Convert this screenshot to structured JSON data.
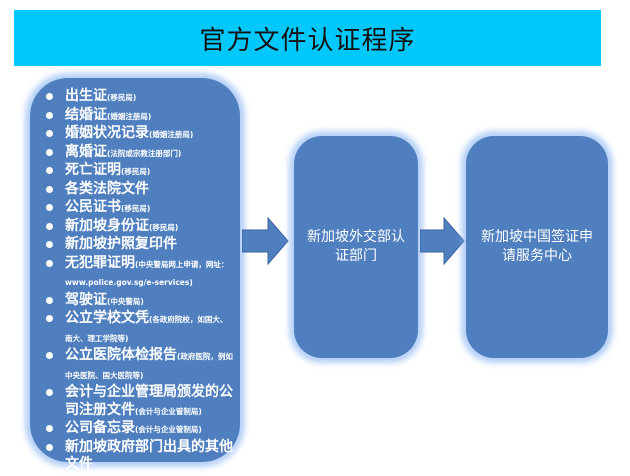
{
  "title": "官方文件认证程序",
  "documents": [
    {
      "name": "出生证",
      "note": "(移民局)"
    },
    {
      "name": "结婚证",
      "note": "(婚姻注册局)"
    },
    {
      "name": "婚姻状况记录",
      "note": "(婚姻注册局)"
    },
    {
      "name": "离婚证",
      "note": "(法院或宗教注册部门)"
    },
    {
      "name": "死亡证明",
      "note": "(移民局)"
    },
    {
      "name": "各类法院文件",
      "note": ""
    },
    {
      "name": "公民证书",
      "note": "(移民局)"
    },
    {
      "name": "新加坡身份证",
      "note": "(移民局)"
    },
    {
      "name": "新加坡护照复印件",
      "note": ""
    },
    {
      "name": "无犯罪证明",
      "note": "(中央警局网上申请，网址：www.police.gov.sg/e-services)"
    },
    {
      "name": "驾驶证",
      "note": "(中央警局)"
    },
    {
      "name": "公立学校文凭",
      "note": "(各政府院校，如国大、南大、理工学院等)"
    },
    {
      "name": "公立医院体检报告",
      "note": "(政府医院，例如中央医院、国大医院等)"
    },
    {
      "name": "会计与企业管理局颁发的公司注册文件",
      "note": "(会计与企业管制局)"
    },
    {
      "name": "公司备忘录",
      "note": "(会计与企业管制局)"
    },
    {
      "name": "新加坡政府部门出具的其他文件",
      "note": ""
    }
  ],
  "step2": "新加坡外交部认证部门",
  "step3": "新加坡中国签证申请服务中心",
  "colors": {
    "title_bg": "#00c8fc",
    "box": "#4f7fbe",
    "arrow": "#4f7fbe"
  }
}
